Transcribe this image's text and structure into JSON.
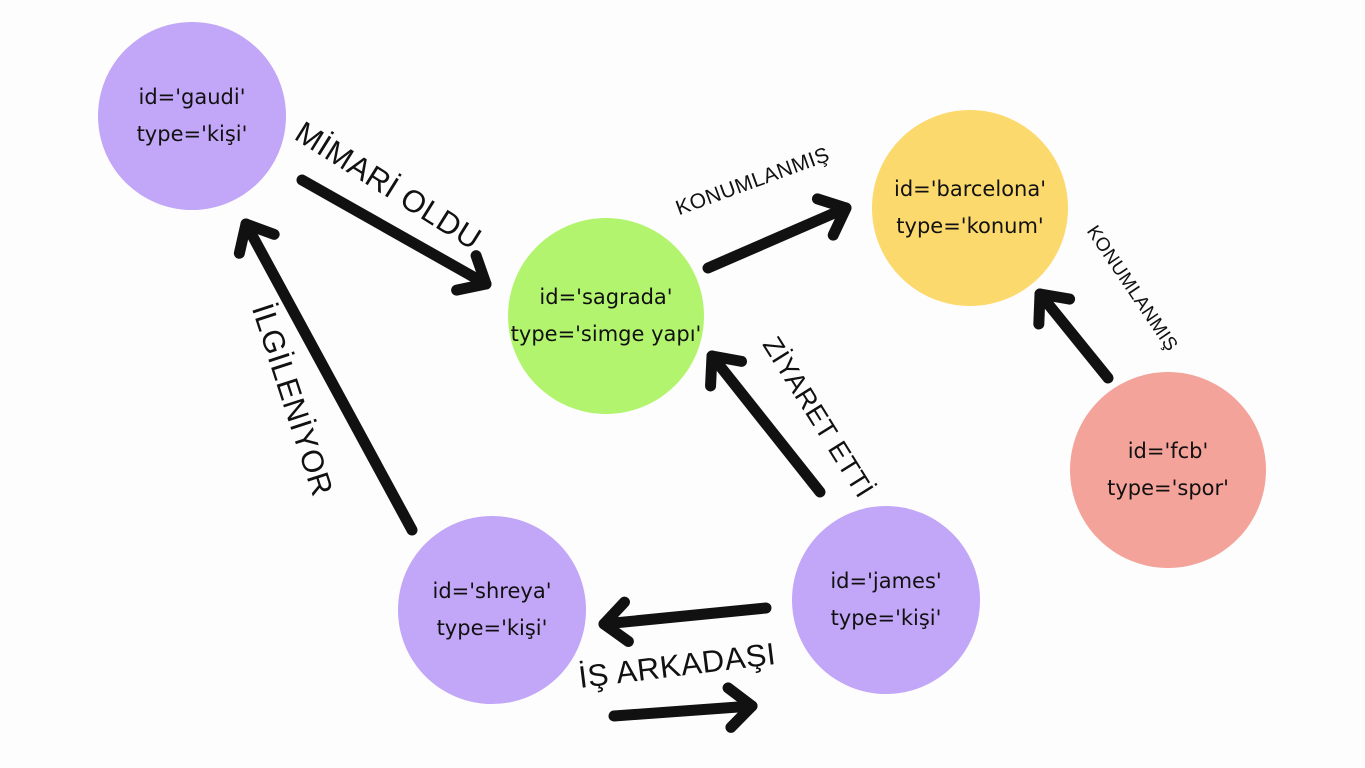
{
  "colors": {
    "person": "#c2a6f7",
    "landmark": "#b3f46e",
    "location": "#fbd96c",
    "sport": "#f4a39a",
    "edge": "#111111"
  },
  "nodes": [
    {
      "key": "gaudi",
      "id_line": "id='gaudi'",
      "type_line": "type='kişi'",
      "color_role": "person"
    },
    {
      "key": "sagrada",
      "id_line": "id='sagrada'",
      "type_line": "type='simge yapı'",
      "color_role": "landmark"
    },
    {
      "key": "barcelona",
      "id_line": "id='barcelona'",
      "type_line": "type='konum'",
      "color_role": "location"
    },
    {
      "key": "fcb",
      "id_line": "id='fcb'",
      "type_line": "type='spor'",
      "color_role": "sport"
    },
    {
      "key": "shreya",
      "id_line": "id='shreya'",
      "type_line": "type='kişi'",
      "color_role": "person"
    },
    {
      "key": "james",
      "id_line": "id='james'",
      "type_line": "type='kişi'",
      "color_role": "person"
    }
  ],
  "edges": [
    {
      "from": "gaudi",
      "to": "sagrada",
      "label": "MİMARİ OLDU"
    },
    {
      "from": "sagrada",
      "to": "barcelona",
      "label": "KONUMLANMIŞ"
    },
    {
      "from": "fcb",
      "to": "barcelona",
      "label": "KONUMLANMIŞ"
    },
    {
      "from": "shreya",
      "to": "gaudi",
      "label": "İLGİLENİYOR"
    },
    {
      "from": "james",
      "to": "sagrada",
      "label": "ZİYARET ETTİ"
    },
    {
      "from": "james",
      "to": "shreya",
      "label": "İŞ ARKADAŞI"
    },
    {
      "from": "shreya",
      "to": "james",
      "label": ""
    }
  ]
}
